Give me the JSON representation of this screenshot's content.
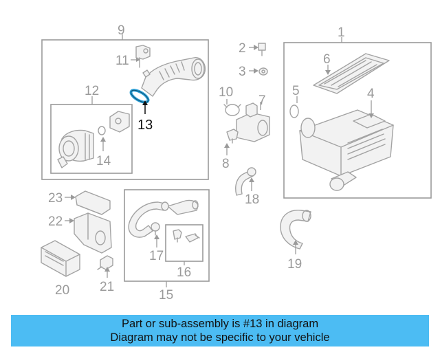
{
  "callouts": {
    "c1": "1",
    "c2": "2",
    "c3": "3",
    "c4": "4",
    "c5": "5",
    "c6": "6",
    "c7": "7",
    "c8": "8",
    "c9": "9",
    "c10": "10",
    "c11": "11",
    "c12": "12",
    "c13": "13",
    "c14": "14",
    "c15": "15",
    "c16": "16",
    "c17": "17",
    "c18": "18",
    "c19": "19",
    "c20": "20",
    "c21": "21",
    "c22": "22",
    "c23": "23"
  },
  "highlighted_part": "13",
  "colors": {
    "banner": "#4cbcf3",
    "highlight_part": "#2a9fd6",
    "line_art": "#a3a3a3"
  },
  "banner": {
    "line1": "Part or sub-assembly is #13 in diagram",
    "line2": "Diagram may not be specific to your vehicle"
  }
}
